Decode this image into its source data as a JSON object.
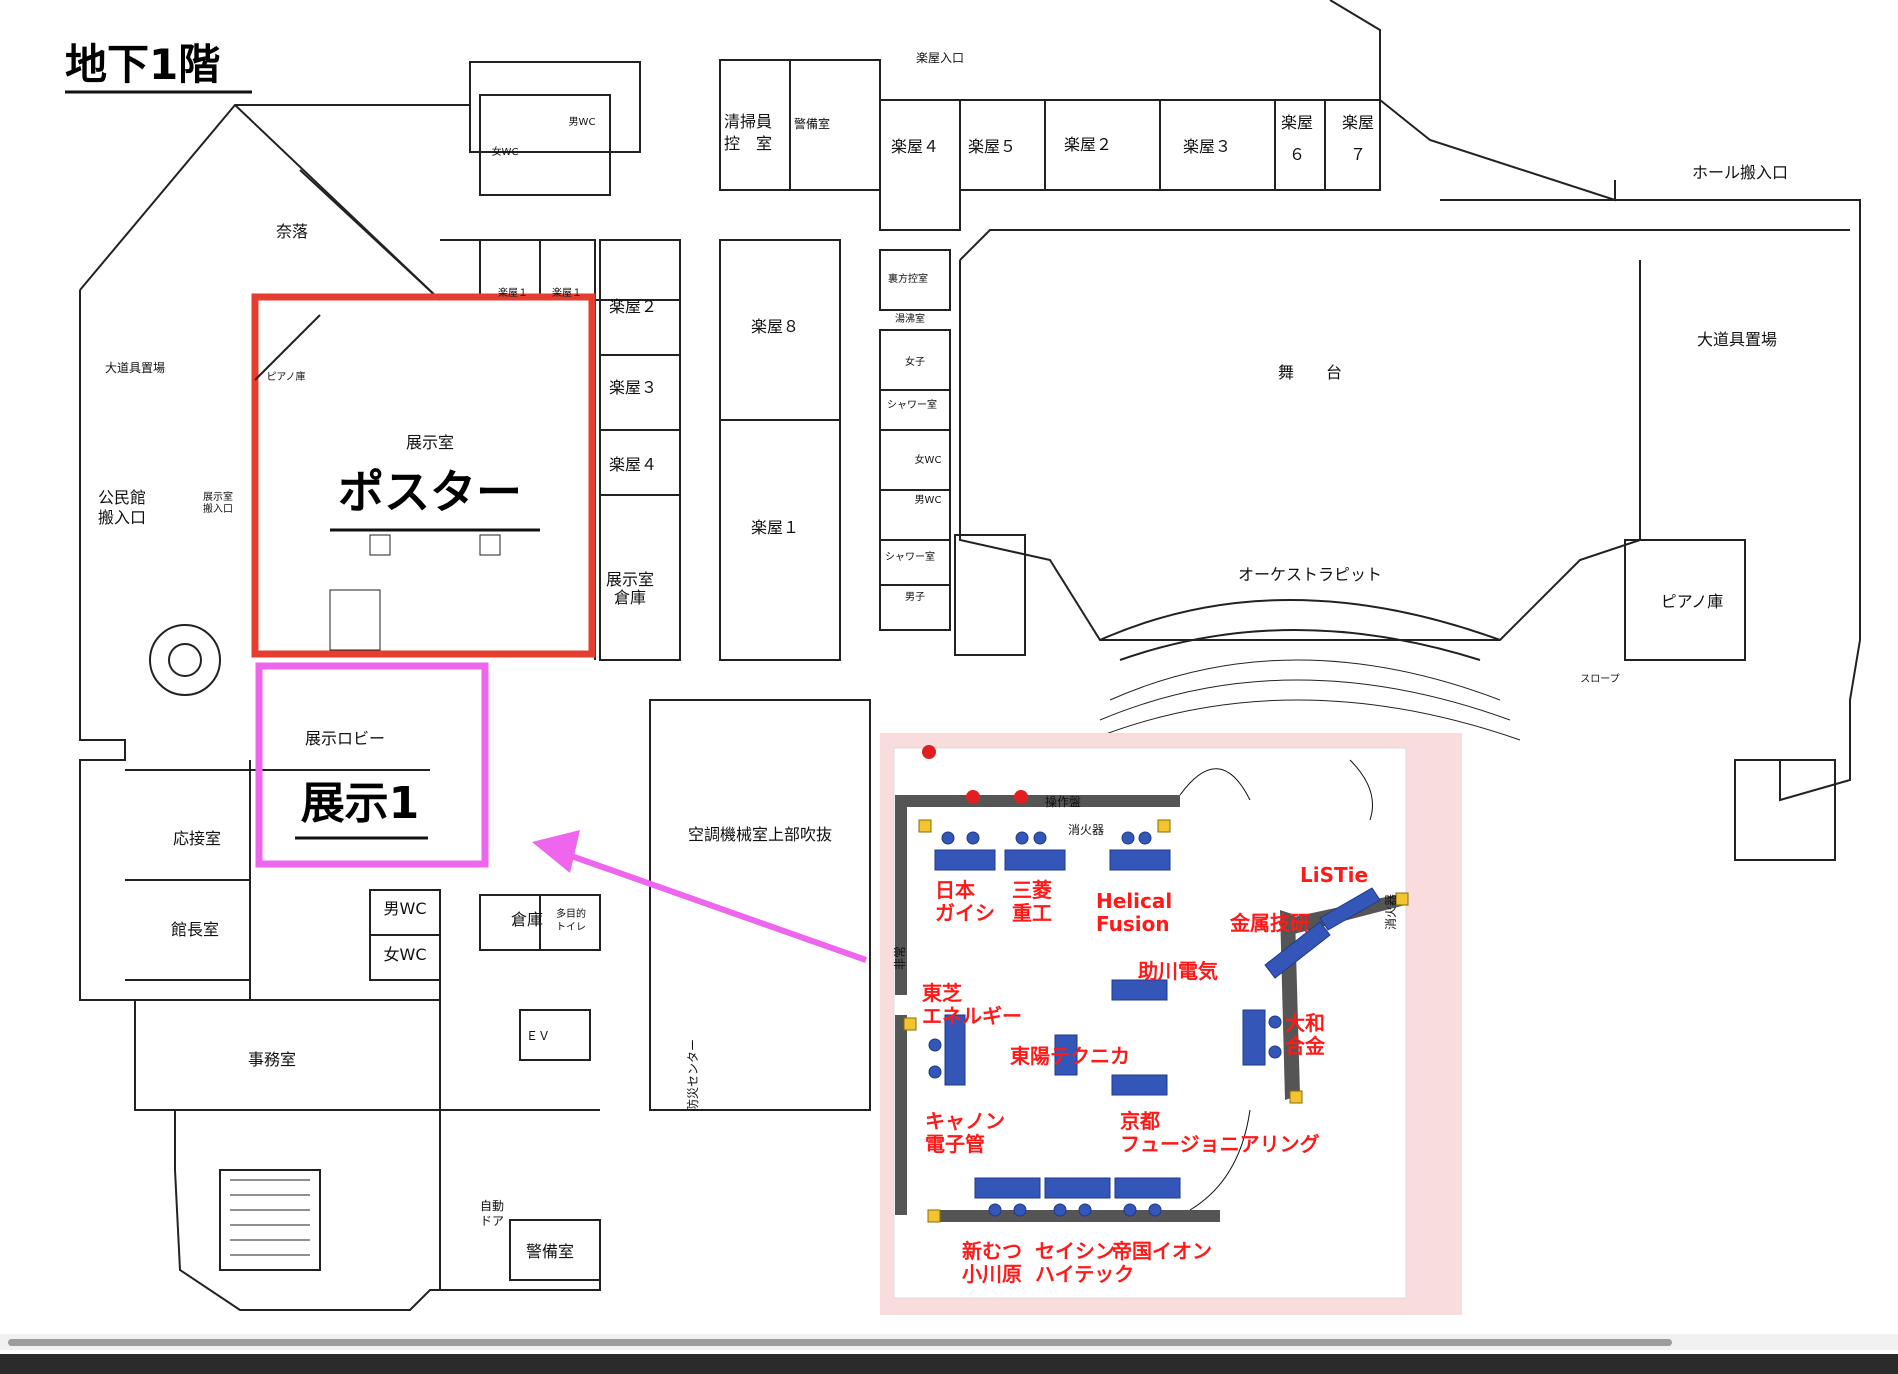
{
  "floor_title": "地下1階",
  "poster_room": {
    "caption": "展示室",
    "name": "ポスター",
    "highlight_color": "#e53d2f"
  },
  "exhibit_room": {
    "caption": "展示ロビー",
    "name": "展示1",
    "highlight_color": "#ee66ee"
  },
  "arrow_color": "#ee66ee",
  "rooms": {
    "gakuya_iriguchi": "楽屋入口",
    "seisouin": "清掃員\n控　室",
    "keibi_top": "警備室",
    "gakuya4": "楽屋４",
    "gakuya5": "楽屋５",
    "gakuya2_top": "楽屋２",
    "gakuya3_top": "楽屋３",
    "gakuya6": "楽屋\n６",
    "gakuya7": "楽屋\n７",
    "hall_hannyu": "ホール搬入口",
    "naraku": "奈落",
    "oodougu_left": "大道具置場",
    "kouminkan": "公民館\n搬入口",
    "piano_left": "ピアノ庫",
    "tenjishitsu_hannyu": "展示室\n搬入口",
    "gakuya1a": "楽屋１",
    "gakuya1b": "楽屋１",
    "gakuya2_mid": "楽屋２",
    "gakuya3_mid": "楽屋３",
    "gakuya4_mid": "楽屋４",
    "tenjishitsu_souko": "展示室\n倉庫",
    "gakuya8": "楽屋８",
    "gakuya1_mid": "楽屋１",
    "urakata": "裏方控室",
    "yuwakashi": "湯沸室",
    "joshi": "女子",
    "shower1": "シャワー室",
    "onna_wc_small": "女WC",
    "otoko_wc_small": "男WC",
    "shower2": "シャワー室",
    "danshi": "男子",
    "butai": "舞　　台",
    "oodougu_right": "大道具置場",
    "orchestra": "オーケストラピット",
    "piano_right": "ピアノ庫",
    "slope": "スロープ",
    "kucho": "空調機械室上部吹抜",
    "bousai": "防災センター",
    "ouse": "応接室",
    "kanchou": "館長室",
    "jimu": "事務室",
    "otoko_wc": "男WC",
    "onna_wc": "女WC",
    "souko": "倉庫",
    "tamokuteki": "多目的\nトイレ",
    "ev": "ＥＶ",
    "jidou_door": "自動\nドア",
    "keibi_bottom": "警備室",
    "top_onna_wc": "女WC",
    "top_otoko_wc": "男WC"
  },
  "inset": {
    "background": "#f9dcdc",
    "labels": {
      "sousaban": "操作盤",
      "shoukaki": "消火器",
      "hijou": "非常",
      "shoukaki2": "消火器"
    },
    "vendors": [
      {
        "lines": [
          "日本",
          "ガイシ"
        ]
      },
      {
        "lines": [
          "三菱",
          "重工"
        ]
      },
      {
        "lines": [
          "Helical",
          "Fusion"
        ]
      },
      {
        "lines": [
          "LiSTie"
        ]
      },
      {
        "lines": [
          "金属技研"
        ]
      },
      {
        "lines": [
          "助川電気"
        ]
      },
      {
        "lines": [
          "東芝",
          "エネルギー"
        ]
      },
      {
        "lines": [
          "東陽テクニカ"
        ]
      },
      {
        "lines": [
          "大和",
          "合金"
        ]
      },
      {
        "lines": [
          "キャノン",
          "電子管"
        ]
      },
      {
        "lines": [
          "京都",
          "フュージョニアリング"
        ]
      },
      {
        "lines": [
          "新むつ",
          "小川原"
        ]
      },
      {
        "lines": [
          "セイシン",
          "ハイテック"
        ]
      },
      {
        "lines": [
          "帝国イオン"
        ]
      }
    ]
  }
}
